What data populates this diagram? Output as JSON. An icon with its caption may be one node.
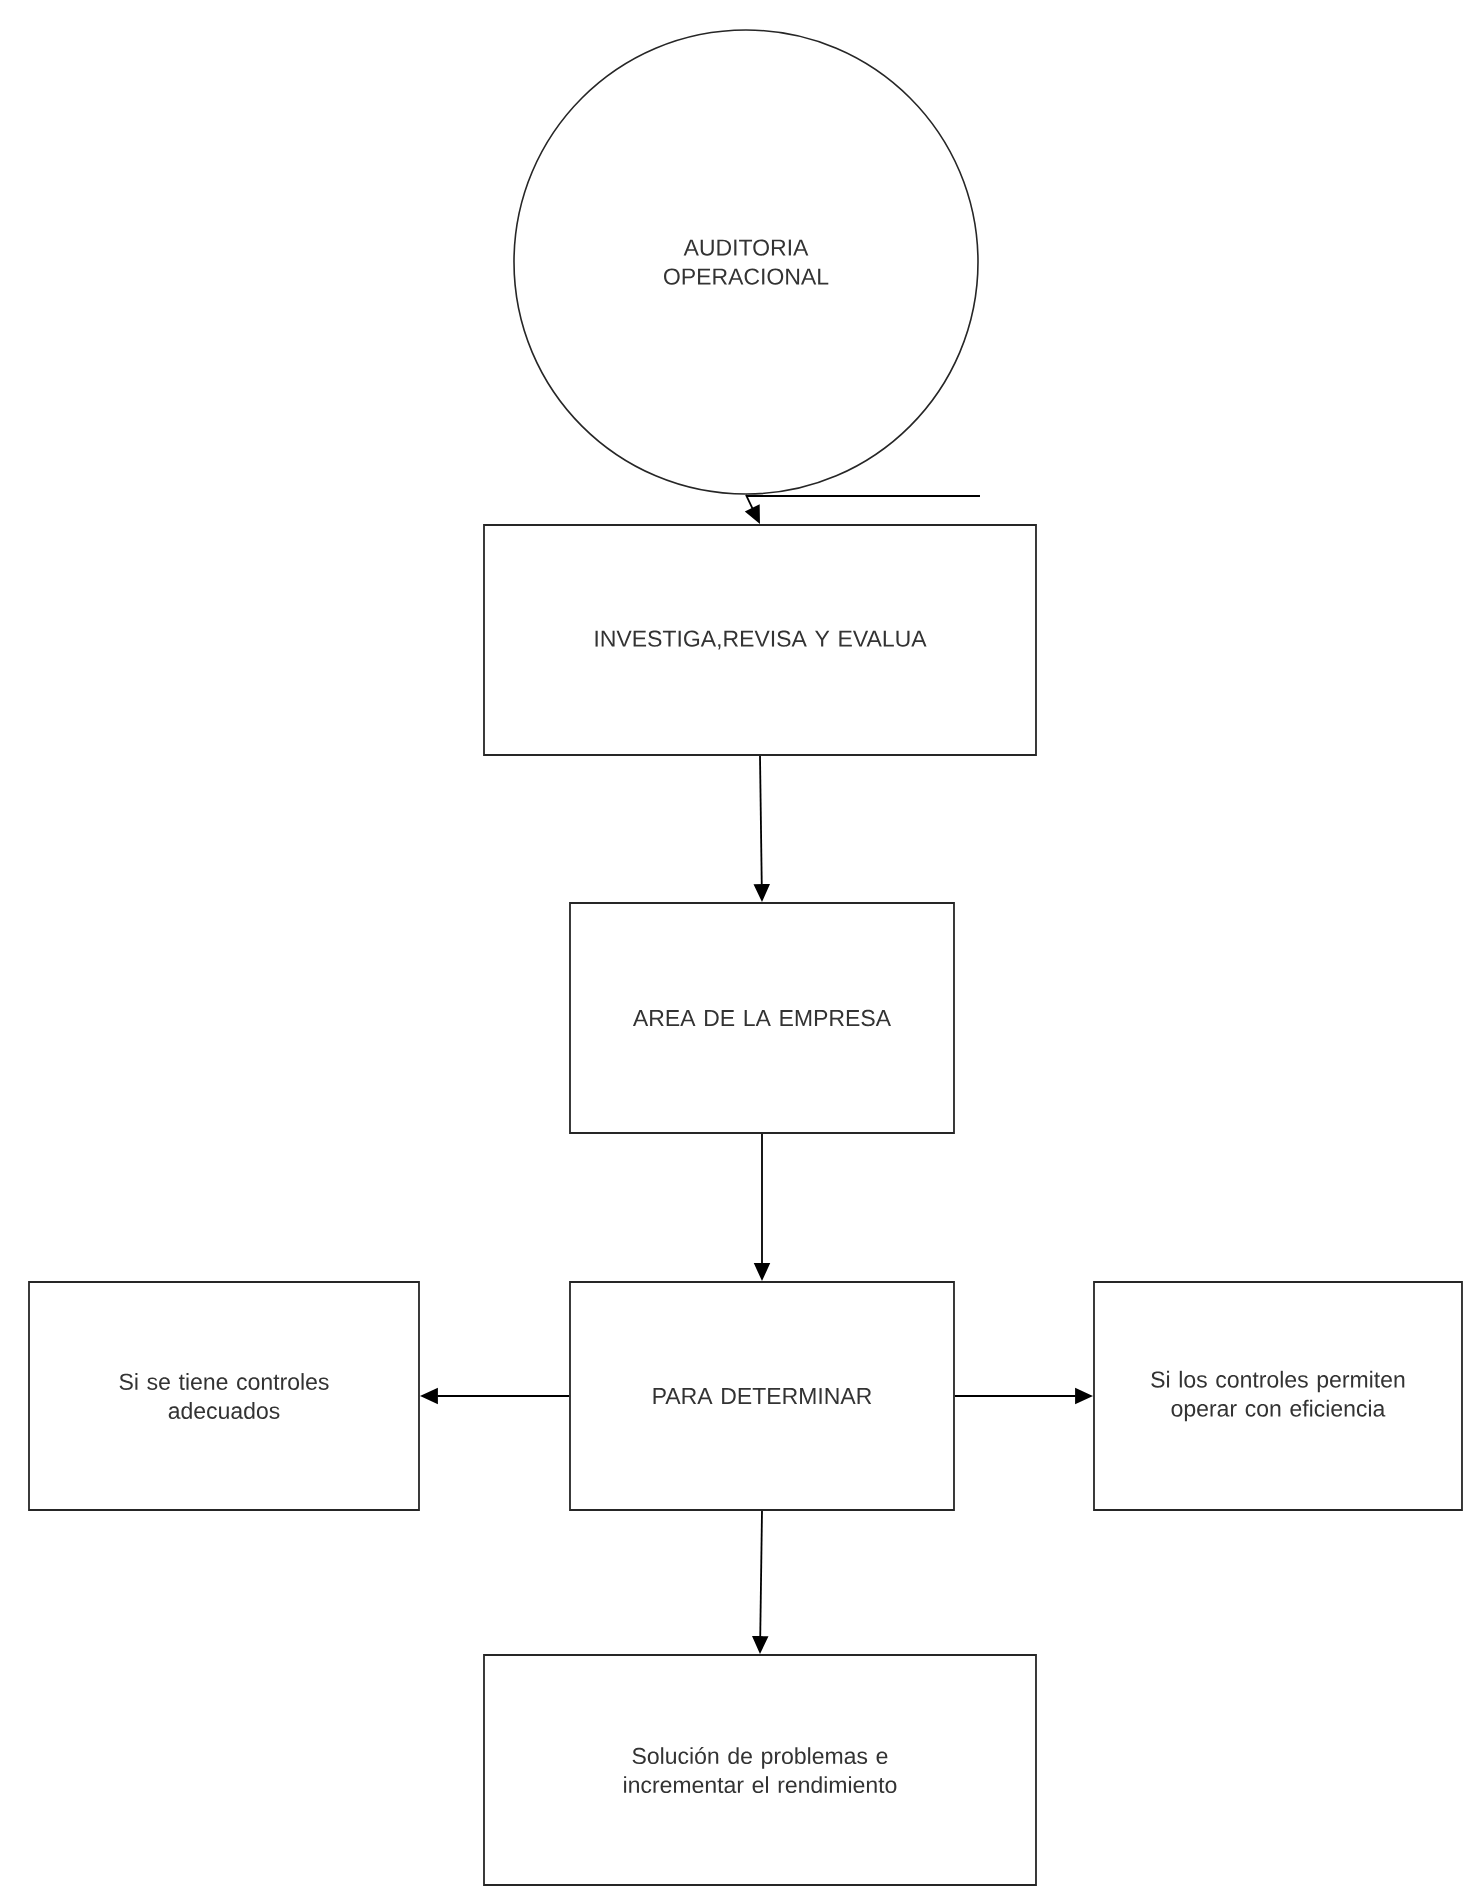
{
  "diagram": {
    "nodes": [
      {
        "text": [
          "AUDITORIA OPERACIONAL"
        ]
      },
      {
        "text": [
          "INVESTIGA,REVISA Y EVALUA"
        ]
      },
      {
        "text": [
          "AREA DE LA EMPRESA"
        ]
      },
      {
        "text": [
          "PARA DETERMINAR"
        ]
      },
      {
        "text": [
          "Si se tiene controles adecuados"
        ]
      },
      {
        "text": [
          "Si los controles permiten operar con eficiencia"
        ]
      },
      {
        "text": [
          "Solución de problemas e incrementar el rendimiento"
        ]
      }
    ],
    "edges": [
      {
        "from": 0,
        "to": 1,
        "arrow": "to"
      },
      {
        "from": 1,
        "to": 2,
        "arrow": "to"
      },
      {
        "from": 2,
        "to": 3,
        "arrow": "to"
      },
      {
        "from": 3,
        "to": 4,
        "arrow": "to"
      },
      {
        "from": 3,
        "to": 5,
        "arrow": "to"
      },
      {
        "from": 3,
        "to": 6,
        "arrow": "to"
      }
    ]
  }
}
